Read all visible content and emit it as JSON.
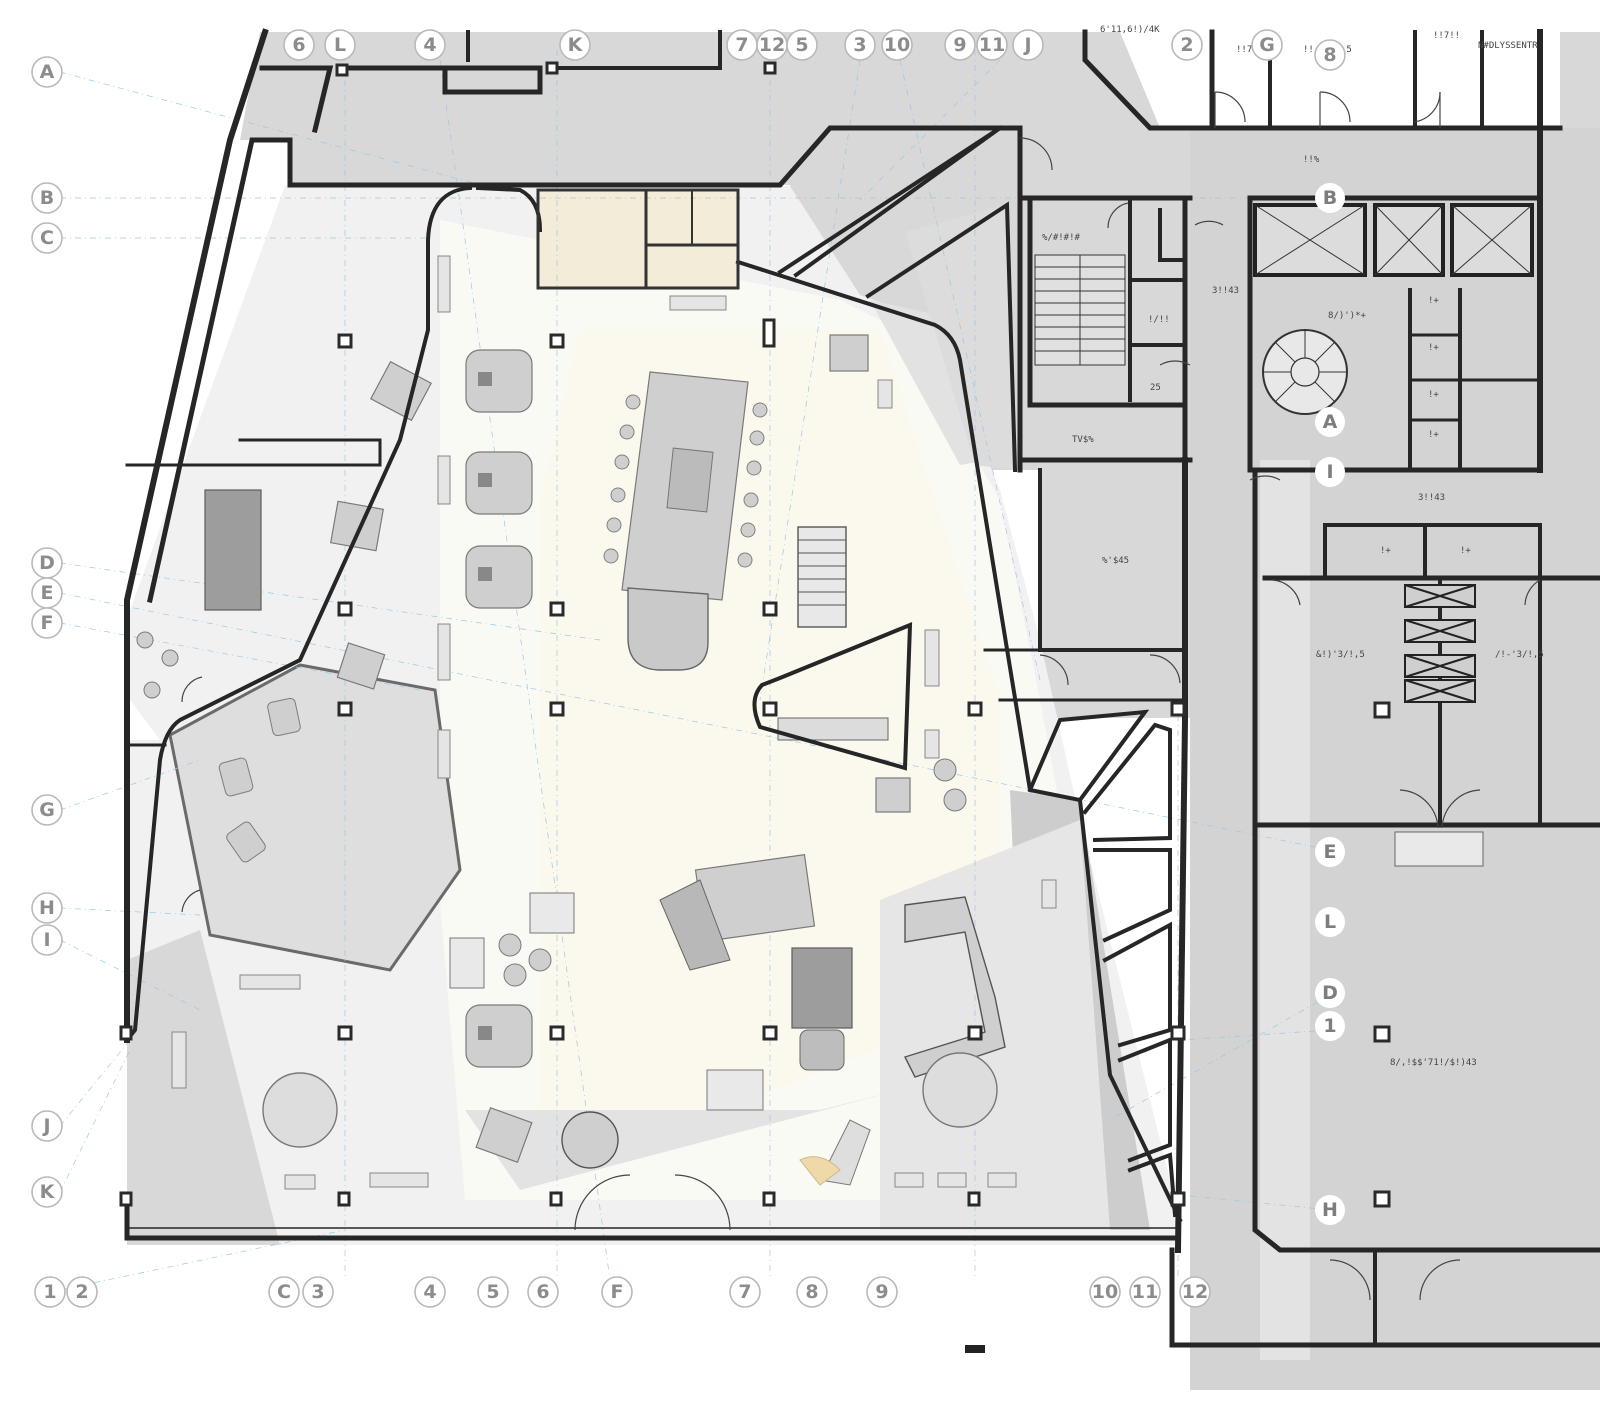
{
  "grid_markers": {
    "top": [
      "6",
      "L",
      "4",
      "K",
      "7",
      "12",
      "5",
      "3",
      "10",
      "9",
      "11",
      "J",
      "2",
      "G",
      "8"
    ],
    "left": [
      "A",
      "B",
      "C",
      "D",
      "E",
      "F",
      "G",
      "H",
      "I",
      "J",
      "K"
    ],
    "bottom": [
      "1",
      "2",
      "C",
      "3",
      "4",
      "5",
      "6",
      "F",
      "7",
      "8",
      "9",
      "10",
      "11",
      "12"
    ],
    "right": [
      "B",
      "A",
      "I",
      "E",
      "L",
      "D",
      "1",
      "H"
    ]
  },
  "room_labels": {
    "top_1": "6'11,6!)/4K",
    "top_2": "!!7!!",
    "top_3": "!!/'\\B/,5",
    "top_4": "!!7!!",
    "top_5": "N#DLYSSENTR",
    "corridor_1": "!!%",
    "stair_1": "%/#!#!#",
    "shaft": "!/!!",
    "room_25": "25",
    "room_3843a": "3!!43",
    "lobby": "8/)')*+",
    "wc": "!+",
    "room_tv": "TV$%",
    "room_3843b": "3!!43",
    "room_s45": "%'$45",
    "room_left": "&!)'3/!,5",
    "room_right": "/!-'3/!,5",
    "room_big": "8/,!$$'71!/$!)43"
  },
  "colors": {
    "wall": "#262626",
    "floor_grey": "#d6d6d6",
    "floor_light": "#ebebeb",
    "floor_warm": "#fbf8ec",
    "grid": "#9cc7e0",
    "wet_room": "#f3ecd9"
  }
}
